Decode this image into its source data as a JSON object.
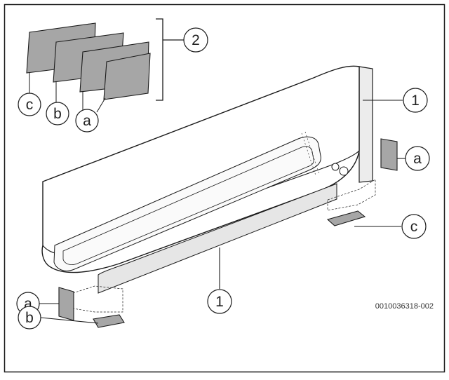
{
  "figure": {
    "image_code": "0010036318-002",
    "callouts": {
      "group_label": "2",
      "parts": [
        "c",
        "b",
        "a"
      ],
      "body_upper": "1",
      "body_lower": "1",
      "right_a": "a",
      "right_c": "c",
      "left_a": "a",
      "left_b": "b"
    }
  },
  "colors": {
    "line": "#1a1a1a",
    "pad_fill": "#a6a6a6",
    "body_shade": "#e9e9e9",
    "background": "#ffffff"
  }
}
